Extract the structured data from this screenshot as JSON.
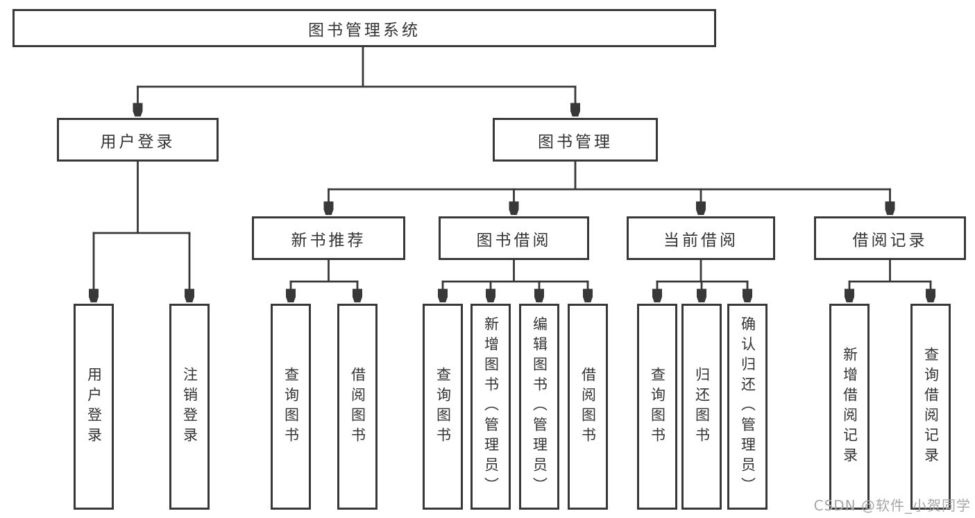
{
  "diagram": {
    "root": {
      "label": "图书管理系统"
    },
    "level2": [
      {
        "label": "用户登录"
      },
      {
        "label": "图书管理"
      }
    ],
    "level3": [
      {
        "label": "新书推荐",
        "parent": "图书管理"
      },
      {
        "label": "图书借阅",
        "parent": "图书管理"
      },
      {
        "label": "当前借阅",
        "parent": "图书管理"
      },
      {
        "label": "借阅记录",
        "parent": "图书管理"
      }
    ],
    "leaves": [
      {
        "label": "用户登录",
        "parent": "用户登录"
      },
      {
        "label": "注销登录",
        "parent": "用户登录"
      },
      {
        "label": "查询图书",
        "parent": "新书推荐"
      },
      {
        "label": "借阅图书",
        "parent": "新书推荐"
      },
      {
        "label": "查询图书",
        "parent": "图书借阅"
      },
      {
        "label": "新增图书（管理员）",
        "parent": "图书借阅"
      },
      {
        "label": "编辑图书（管理员）",
        "parent": "图书借阅"
      },
      {
        "label": "借阅图书",
        "parent": "图书借阅"
      },
      {
        "label": "查询图书",
        "parent": "当前借阅"
      },
      {
        "label": "归还图书",
        "parent": "当前借阅"
      },
      {
        "label": "确认归还（管理员）",
        "parent": "当前借阅"
      },
      {
        "label": "新增借阅记录",
        "parent": "借阅记录"
      },
      {
        "label": "查询借阅记录",
        "parent": "借阅记录"
      }
    ]
  },
  "watermark": {
    "text": "CSDN @软件_小贺同学"
  },
  "colors": {
    "line": "#383838",
    "text": "#333333",
    "background": "#ffffff",
    "watermark": "#a6a6a6"
  }
}
